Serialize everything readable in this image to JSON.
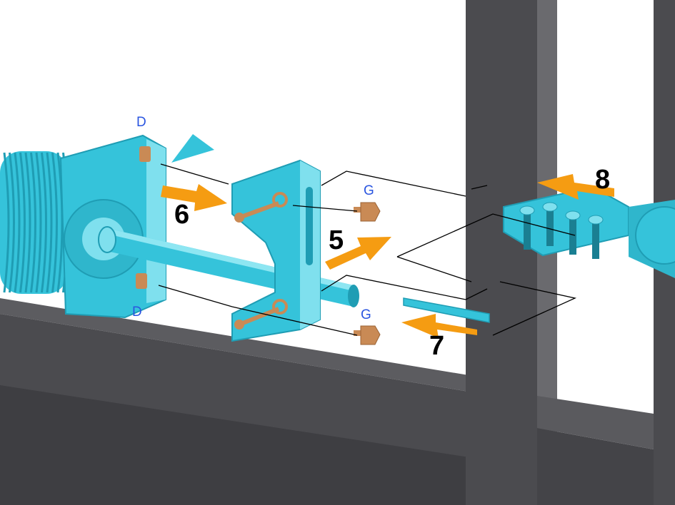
{
  "labels": {
    "d_top": "D",
    "d_bottom": "D",
    "g_top": "G",
    "g_bottom": "G",
    "step_5": "5",
    "step_6": "6",
    "step_7": "7",
    "step_8": "8"
  },
  "colors": {
    "part": "#35c3da",
    "part_dark": "#1f9db4",
    "part_light": "#7fe0ee",
    "frame": "#4b4b4f",
    "frame_light": "#6a6a6e",
    "bolt": "#c98a55",
    "arrow": "#f59c12",
    "letter": "#2a55e0",
    "step": "#000000"
  },
  "icons": [
    "spring-coil",
    "end-bracket-plate",
    "center-bracket",
    "shaft",
    "key",
    "coupler",
    "bolt",
    "arrow"
  ]
}
